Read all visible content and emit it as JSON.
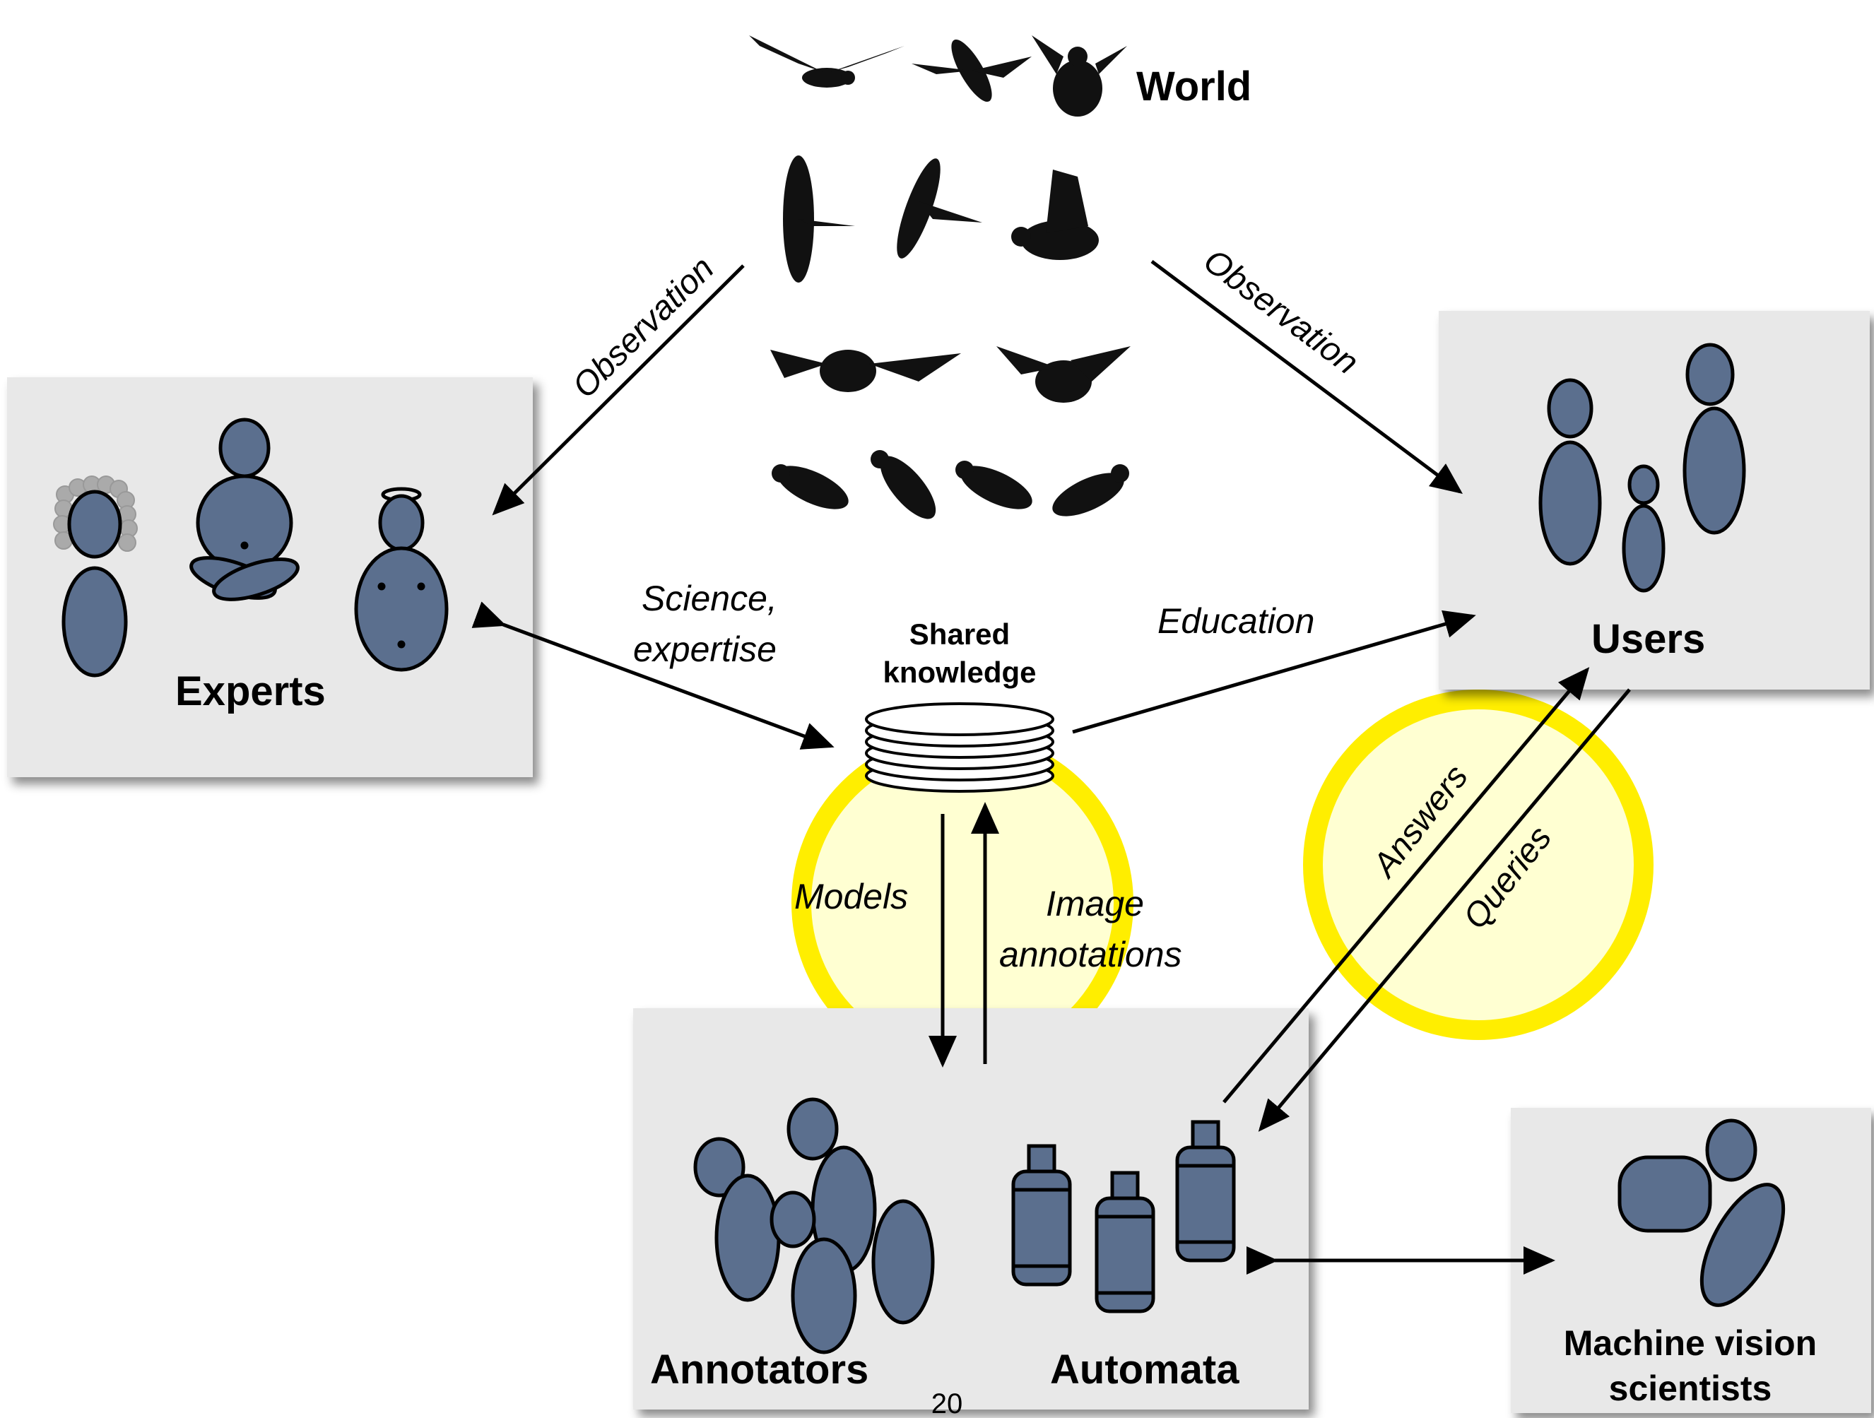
{
  "world": {
    "label": "World"
  },
  "experts": {
    "label": "Experts"
  },
  "users": {
    "label": "Users"
  },
  "shared_knowledge": {
    "line1": "Shared",
    "line2": "knowledge"
  },
  "annotators": {
    "label": "Annotators"
  },
  "automata": {
    "label": "Automata"
  },
  "machine_vision": {
    "line1": "Machine vision",
    "line2": "scientists"
  },
  "edges": {
    "observation_left": "Observation",
    "observation_right": "Observation",
    "science_line1": "Science,",
    "science_line2": "expertise",
    "education": "Education",
    "models": "Models",
    "image_line1": "Image",
    "image_line2": "annotations",
    "answers": "Answers",
    "queries": "Queries"
  },
  "page_number": "20",
  "colors": {
    "figure_fill": "#5b6f8e",
    "panel_fill": "#e8e8e8",
    "highlight_ring": "#ffee00",
    "highlight_fill": "#ffffd2",
    "bird": "#111111"
  }
}
